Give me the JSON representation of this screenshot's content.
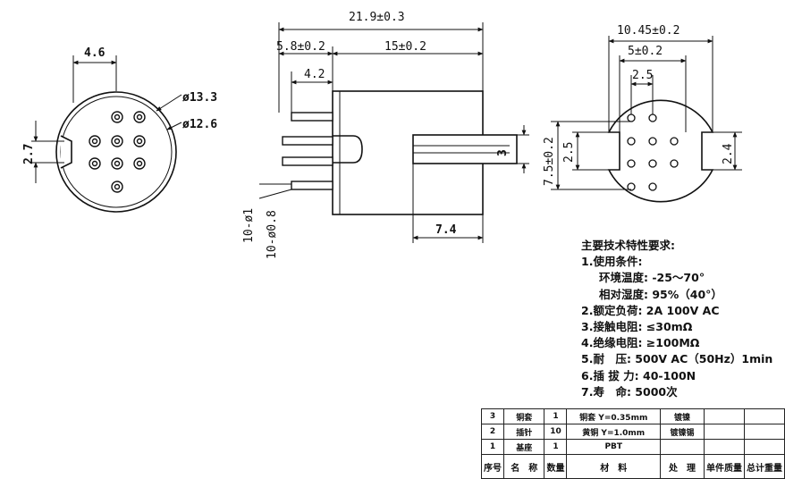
{
  "front_view": {
    "dim_top": "4.6",
    "dim_od": "ø13.3",
    "dim_id": "ø12.6",
    "dim_left": "2.7"
  },
  "side_view": {
    "dim_overall": "21.9±0.3",
    "dim_a": "5.8±0.2",
    "dim_b": "15±0.2",
    "dim_c": "4.2",
    "dim_slot": "3",
    "dim_tail": "7.4",
    "dim_pin1": "10-ø1",
    "dim_pin2": "10-ø0.8"
  },
  "rear_view": {
    "dim_width": "10.45±0.2",
    "dim_mid": "5±0.2",
    "dim_pitch": "2.5",
    "dim_height": "7.5±0.2",
    "dim_left": "2.5",
    "dim_right": "2.4"
  },
  "specs": {
    "title": "主要技术特性要求:",
    "l1": "1.使用条件:",
    "l1a": "环境温度: -25～70°",
    "l1b": "相对湿度: 95%（40°）",
    "l2": "2.额定负荷: 2A 100V AC",
    "l3": "3.接触电阻: ≤30mΩ",
    "l4": "4.绝缘电阻: ≥100MΩ",
    "l5": "5.耐　压: 500V AC（50Hz）1min",
    "l6": "6.插 拔 力: 40-100N",
    "l7": "7.寿　命: 5000次"
  },
  "bom": {
    "rows": [
      {
        "no": "3",
        "name": "铜套",
        "qty": "1",
        "material": "铜套 Y=0.35mm",
        "process": "镀镍"
      },
      {
        "no": "2",
        "name": "插针",
        "qty": "10",
        "material": "黄铜 Y=1.0mm",
        "process": "镀镍锡"
      },
      {
        "no": "1",
        "name": "基座",
        "qty": "1",
        "material": "PBT",
        "process": ""
      }
    ],
    "header": {
      "no": "序号",
      "name": "名　称",
      "qty": "数量",
      "material": "材　料",
      "process": "处　理",
      "unit": "单件质量",
      "total": "总计重量"
    }
  }
}
